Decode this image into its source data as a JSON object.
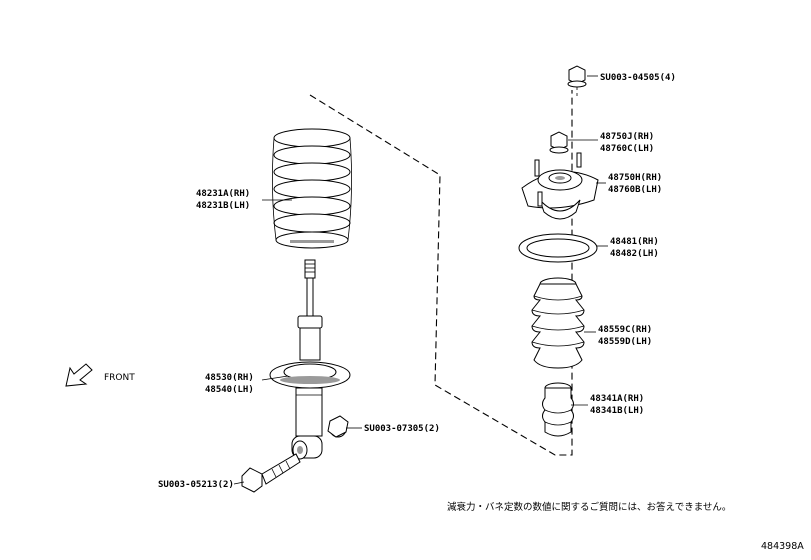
{
  "labels": {
    "spring_rh": "48231A(RH)",
    "spring_lh": "48231B(LH)",
    "absorber_rh": "48530(RH)",
    "absorber_lh": "48540(LH)",
    "bolt": "SU003-05213(2)",
    "nut_lower": "SU003-07305(2)",
    "nut_top": "SU003-04505(4)",
    "nut_mount_rh": "48750J(RH)",
    "nut_mount_lh": "48760C(LH)",
    "mount_rh": "48750H(RH)",
    "mount_lh": "48760B(LH)",
    "seat_rh": "48481(RH)",
    "seat_lh": "48482(LH)",
    "boot_rh": "48559C(RH)",
    "boot_lh": "48559D(LH)",
    "bumper_rh": "48341A(RH)",
    "bumper_lh": "48341B(LH)"
  },
  "front_label": "FRONT",
  "note": "減衰力・バネ定数の数値に関するご質問には、お答えできません。",
  "figure_id": "484398A"
}
